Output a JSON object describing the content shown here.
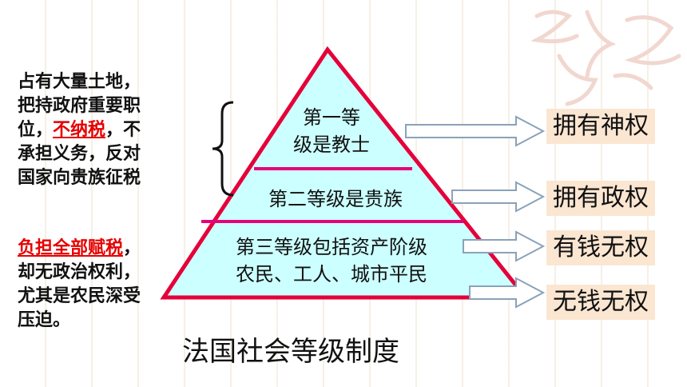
{
  "left_notes": {
    "note1_line1": "占有大量土地，",
    "note1_line2": "把持政府重要职",
    "note1_line3_pre": "位，",
    "note1_line3_red": "不纳税",
    "note1_line3_post": "，不",
    "note1_line4": "承担义务，反对",
    "note1_line5": "国家向贵族征税",
    "note2_line1_red": "负担全部赋税",
    "note2_line1_post": "，",
    "note2_line2": "却无政治权利，",
    "note2_line3": "尤其是农民深受",
    "note2_line4": "压迫。"
  },
  "pyramid": {
    "tier1_line1": "第一等",
    "tier1_line2": "级是教士",
    "tier2": "第二等级是贵族",
    "tier3_line1": "第三等级包括资产阶级",
    "tier3_line2": "农民、工人、城市平民"
  },
  "boxes": [
    "拥有神权",
    "拥有政权",
    "有钱无权",
    "无钱无权"
  ],
  "title": "法国社会等级制度",
  "colors": {
    "pyramid_fill": "#ccffff",
    "pyramid_border": "#e5003a",
    "divider": "#e6007a",
    "highlight": "#e60000",
    "box_fill": "#fbe6d2"
  }
}
